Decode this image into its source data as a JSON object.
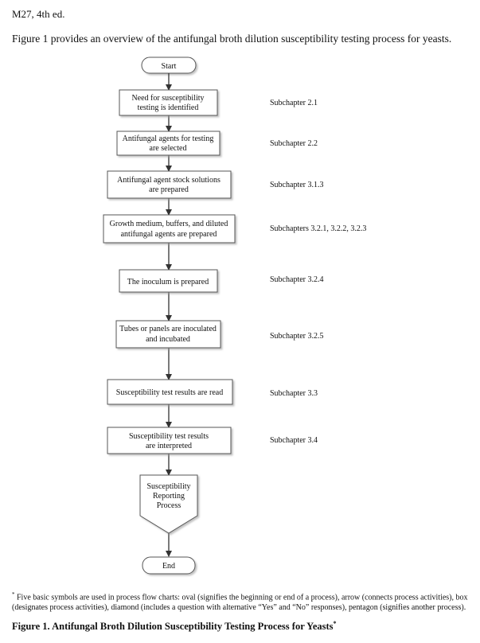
{
  "header": {
    "edition": "M27, 4th ed."
  },
  "intro": {
    "text": "Figure 1 provides an overview of the antifungal broth dilution susceptibility testing process for yeasts."
  },
  "flowchart": {
    "start": {
      "label": "Start"
    },
    "steps": [
      {
        "lines": [
          "Need for susceptibility",
          "testing is identified"
        ],
        "ref": "Subchapter 2.1"
      },
      {
        "lines": [
          "Antifungal agents for testing",
          "are selected"
        ],
        "ref": "Subchapter 2.2"
      },
      {
        "lines": [
          "Antifungal agent stock solutions",
          "are prepared"
        ],
        "ref": "Subchapter 3.1.3"
      },
      {
        "lines": [
          "Growth medium, buffers, and diluted",
          "antifungal agents are prepared"
        ],
        "ref": "Subchapters 3.2.1, 3.2.2, 3.2.3"
      },
      {
        "lines": [
          "The inoculum is prepared"
        ],
        "ref": "Subchapter 3.2.4"
      },
      {
        "lines": [
          "Tubes or panels are inoculated",
          "and incubated"
        ],
        "ref": "Subchapter 3.2.5"
      },
      {
        "lines": [
          "Susceptibility test results are read"
        ],
        "ref": "Subchapter 3.3"
      },
      {
        "lines": [
          "Susceptibility test results",
          "are interpreted"
        ],
        "ref": "Subchapter 3.4"
      }
    ],
    "pentagon": {
      "lines": [
        "Susceptibility",
        "Reporting",
        "Process"
      ]
    },
    "end": {
      "label": "End"
    }
  },
  "footnote": {
    "marker": "*",
    "text": "Five basic symbols are used in process flow charts: oval (signifies the beginning or end of a process), arrow (connects process activities), box (designates process activities), diamond (includes a question with alternative “Yes” and “No” responses), pentagon (signifies another process)."
  },
  "caption": {
    "text": "Figure 1. Antifungal Broth Dilution Susceptibility Testing Process for Yeasts",
    "marker": "*"
  }
}
